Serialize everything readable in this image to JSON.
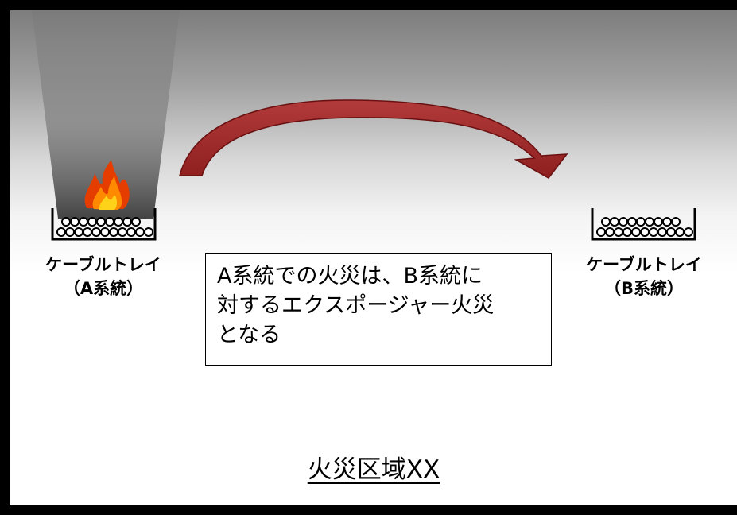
{
  "tray_a": {
    "line1": "ケーブルトレイ",
    "line2": "（A系統）"
  },
  "tray_b": {
    "line1": "ケーブルトレイ",
    "line2": "（B系統）"
  },
  "note": {
    "lines": [
      "A系統での火災は、B系統に",
      "対するエクスポージャー火災",
      "となる"
    ]
  },
  "zone_label": "火災区域XX",
  "colors": {
    "arrow": "#a42a2a",
    "flame_outer": "#e03a00",
    "flame_inner": "#ffd21a"
  },
  "icons": [
    "fire-icon",
    "smoke-plume",
    "cable-tray-icon",
    "curved-arrow-icon"
  ]
}
